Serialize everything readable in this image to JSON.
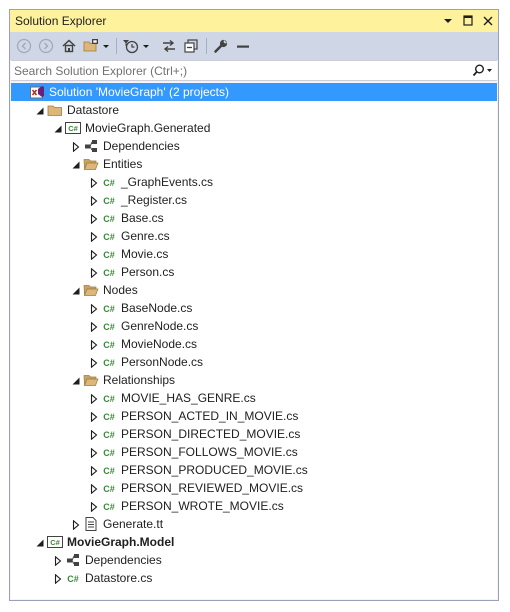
{
  "window": {
    "title": "Solution Explorer",
    "title_buttons": [
      "dropdown-icon",
      "pin-icon",
      "close-icon"
    ]
  },
  "toolbar": {
    "tools": [
      "back-icon",
      "forward-icon",
      "home-icon",
      "switch-views-icon",
      "dropdown-icon",
      "pending-changes-filter-icon",
      "dropdown-icon",
      "sync-with-active-document-icon",
      "collapse-all-icon",
      "properties-wrench-icon",
      "preview-selected-items-icon"
    ]
  },
  "search": {
    "placeholder": "Search Solution Explorer (Ctrl+;)"
  },
  "colors": {
    "titlebar": "#fff29d",
    "toolbar": "#cfd6e5",
    "selection": "#3399ff",
    "csharp_green": "#388a34",
    "folder_tan": "#dcb67a"
  },
  "tree": [
    {
      "label": "Solution 'MovieGraph' (2 projects)",
      "icon": "solution-icon",
      "depth": 0,
      "expander": "none",
      "selected": true,
      "bold": false
    },
    {
      "label": "Datastore",
      "icon": "solution-folder-icon",
      "depth": 1,
      "expander": "expanded",
      "selected": false,
      "bold": false
    },
    {
      "label": "MovieGraph.Generated",
      "icon": "csharp-project-icon",
      "depth": 2,
      "expander": "expanded",
      "selected": false,
      "bold": false
    },
    {
      "label": "Dependencies",
      "icon": "dependencies-icon",
      "depth": 3,
      "expander": "collapsed",
      "selected": false,
      "bold": false
    },
    {
      "label": "Entities",
      "icon": "folder-open-icon",
      "depth": 3,
      "expander": "expanded",
      "selected": false,
      "bold": false
    },
    {
      "label": "_GraphEvents.cs",
      "icon": "csharp-file-icon",
      "depth": 4,
      "expander": "collapsed",
      "selected": false,
      "bold": false
    },
    {
      "label": "_Register.cs",
      "icon": "csharp-file-icon",
      "depth": 4,
      "expander": "collapsed",
      "selected": false,
      "bold": false
    },
    {
      "label": "Base.cs",
      "icon": "csharp-file-icon",
      "depth": 4,
      "expander": "collapsed",
      "selected": false,
      "bold": false
    },
    {
      "label": "Genre.cs",
      "icon": "csharp-file-icon",
      "depth": 4,
      "expander": "collapsed",
      "selected": false,
      "bold": false
    },
    {
      "label": "Movie.cs",
      "icon": "csharp-file-icon",
      "depth": 4,
      "expander": "collapsed",
      "selected": false,
      "bold": false
    },
    {
      "label": "Person.cs",
      "icon": "csharp-file-icon",
      "depth": 4,
      "expander": "collapsed",
      "selected": false,
      "bold": false
    },
    {
      "label": "Nodes",
      "icon": "folder-open-icon",
      "depth": 3,
      "expander": "expanded",
      "selected": false,
      "bold": false
    },
    {
      "label": "BaseNode.cs",
      "icon": "csharp-file-icon",
      "depth": 4,
      "expander": "collapsed",
      "selected": false,
      "bold": false
    },
    {
      "label": "GenreNode.cs",
      "icon": "csharp-file-icon",
      "depth": 4,
      "expander": "collapsed",
      "selected": false,
      "bold": false
    },
    {
      "label": "MovieNode.cs",
      "icon": "csharp-file-icon",
      "depth": 4,
      "expander": "collapsed",
      "selected": false,
      "bold": false
    },
    {
      "label": "PersonNode.cs",
      "icon": "csharp-file-icon",
      "depth": 4,
      "expander": "collapsed",
      "selected": false,
      "bold": false
    },
    {
      "label": "Relationships",
      "icon": "folder-open-icon",
      "depth": 3,
      "expander": "expanded",
      "selected": false,
      "bold": false
    },
    {
      "label": "MOVIE_HAS_GENRE.cs",
      "icon": "csharp-file-icon",
      "depth": 4,
      "expander": "collapsed",
      "selected": false,
      "bold": false
    },
    {
      "label": "PERSON_ACTED_IN_MOVIE.cs",
      "icon": "csharp-file-icon",
      "depth": 4,
      "expander": "collapsed",
      "selected": false,
      "bold": false
    },
    {
      "label": "PERSON_DIRECTED_MOVIE.cs",
      "icon": "csharp-file-icon",
      "depth": 4,
      "expander": "collapsed",
      "selected": false,
      "bold": false
    },
    {
      "label": "PERSON_FOLLOWS_MOVIE.cs",
      "icon": "csharp-file-icon",
      "depth": 4,
      "expander": "collapsed",
      "selected": false,
      "bold": false
    },
    {
      "label": "PERSON_PRODUCED_MOVIE.cs",
      "icon": "csharp-file-icon",
      "depth": 4,
      "expander": "collapsed",
      "selected": false,
      "bold": false
    },
    {
      "label": "PERSON_REVIEWED_MOVIE.cs",
      "icon": "csharp-file-icon",
      "depth": 4,
      "expander": "collapsed",
      "selected": false,
      "bold": false
    },
    {
      "label": "PERSON_WROTE_MOVIE.cs",
      "icon": "csharp-file-icon",
      "depth": 4,
      "expander": "collapsed",
      "selected": false,
      "bold": false
    },
    {
      "label": "Generate.tt",
      "icon": "text-template-icon",
      "depth": 3,
      "expander": "collapsed",
      "selected": false,
      "bold": false
    },
    {
      "label": "MovieGraph.Model",
      "icon": "csharp-project-icon",
      "depth": 1,
      "expander": "expanded",
      "selected": false,
      "bold": true
    },
    {
      "label": "Dependencies",
      "icon": "dependencies-icon",
      "depth": 2,
      "expander": "collapsed",
      "selected": false,
      "bold": false
    },
    {
      "label": "Datastore.cs",
      "icon": "csharp-file-icon",
      "depth": 2,
      "expander": "collapsed",
      "selected": false,
      "bold": false
    }
  ]
}
